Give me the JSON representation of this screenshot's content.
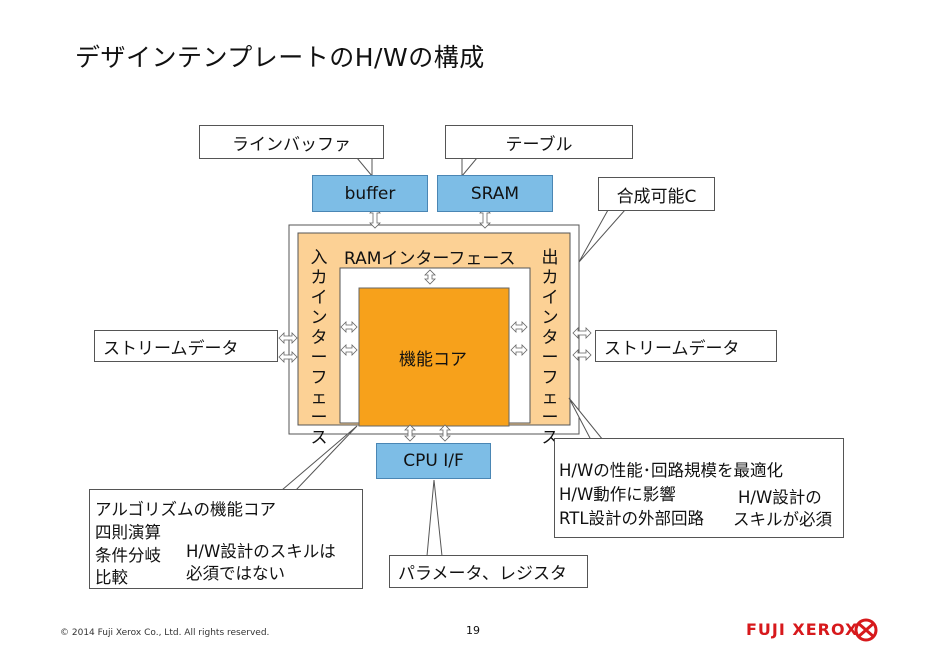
{
  "slide": {
    "title": "デザインテンプレートのH/Wの構成",
    "page_number": "19",
    "copyright": "© 2014 Fuji Xerox Co., Ltd. All rights reserved.",
    "brand": "FUJI XEROX",
    "brand_color": "#d7191c"
  },
  "diagram": {
    "callout_linebuffer": "ラインバッファ",
    "callout_table": "テーブル",
    "block_buffer": "buffer",
    "block_sram": "SRAM",
    "callout_synth": "合成可能C",
    "ram_interface": "RAMインターフェース",
    "input_interface": "入カインターフェース",
    "output_interface": "出カインターフェース",
    "function_core": "機能コア",
    "stream_in": "ストリームデータ",
    "stream_out": "ストリームデータ",
    "block_cpu_if": "CPU I/F",
    "note_right": {
      "line1": "H/Wの性能･回路規模を最適化",
      "line2": "H/W動作に影響",
      "line3": "RTL設計の外部回路",
      "side1": "H/W設計の",
      "side2": "スキルが必須"
    },
    "note_left": {
      "line1": "アルゴリズムの機能コア",
      "line2": "四則演算",
      "line3": "条件分岐",
      "line4": "比較",
      "side1": "H/W設計のスキルは",
      "side2": "必須ではない"
    },
    "callout_params": "パラメータ、レジスタ",
    "colors": {
      "block_blue": "#7dbde6",
      "interface_orange": "#fcd195",
      "core_orange": "#f7a11b"
    }
  }
}
